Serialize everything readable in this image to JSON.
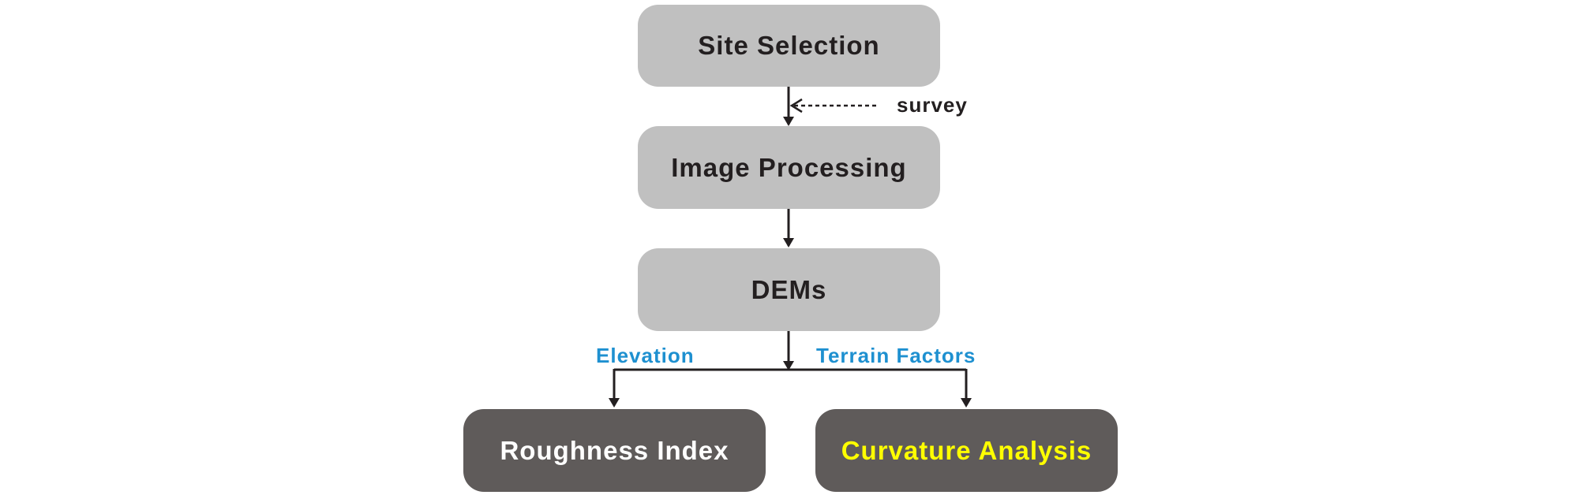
{
  "nodes": {
    "site_selection": "Site Selection",
    "image_processing": "Image Processing",
    "dems": "DEMs",
    "roughness_index": "Roughness Index",
    "curvature_analysis": "Curvature Analysis"
  },
  "edge_labels": {
    "survey": "survey",
    "elevation": "Elevation",
    "terrain_factors": "Terrain Factors"
  },
  "colors": {
    "light_box": "#c0c0c0",
    "dark_box": "#5f5b5a",
    "dark_text": "#231f20",
    "white_text": "#ffffff",
    "highlight_text": "#ffff00",
    "blue_label": "#1e90d0",
    "arrow": "#231f20"
  }
}
